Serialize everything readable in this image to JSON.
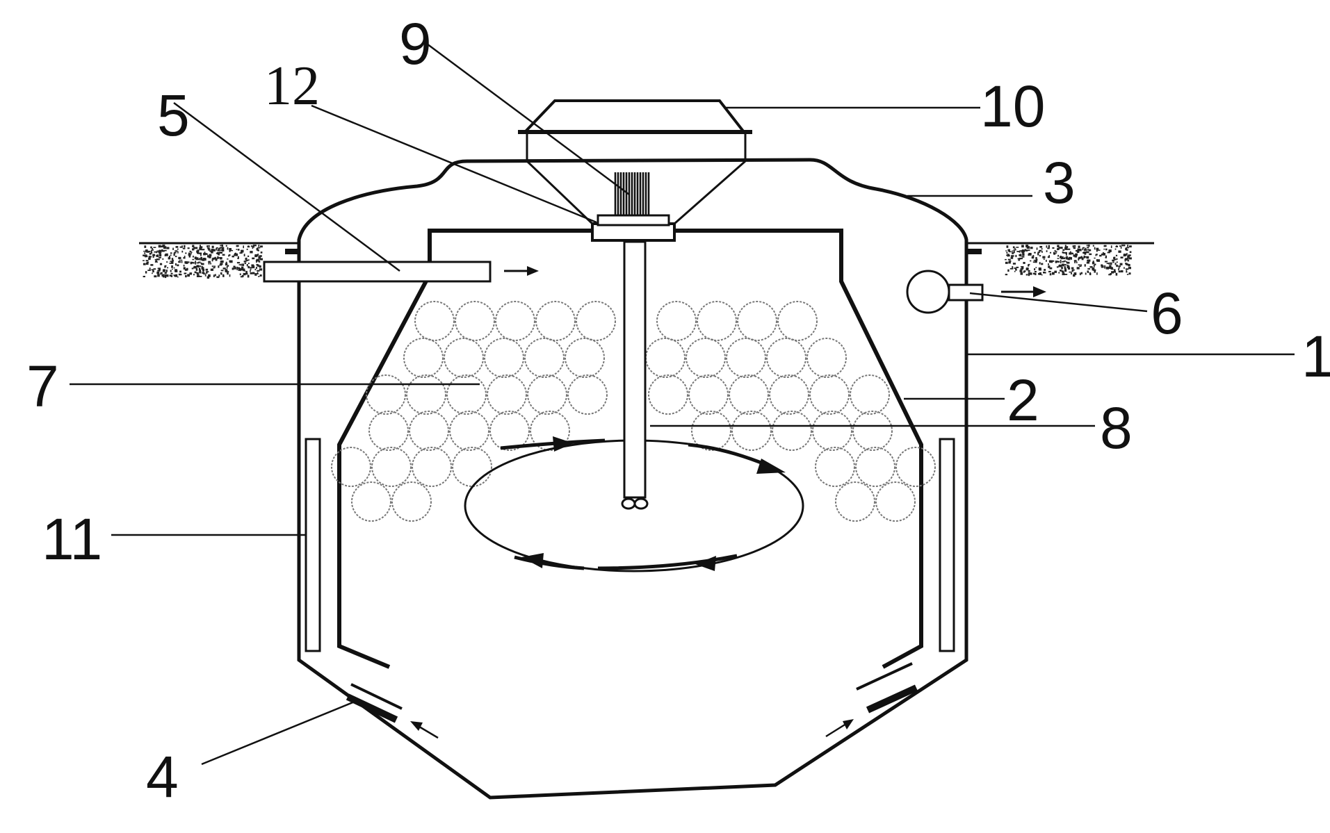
{
  "labels": {
    "l1": "1",
    "l2": "2",
    "l3": "3",
    "l4": "4",
    "l5": "5",
    "l6": "6",
    "l7": "7",
    "l8": "8",
    "l9": "9",
    "l10": "10",
    "l11": "11",
    "l12": "12"
  },
  "colors": {
    "line": "#111111",
    "media": "#777777",
    "soil": "#222222"
  }
}
